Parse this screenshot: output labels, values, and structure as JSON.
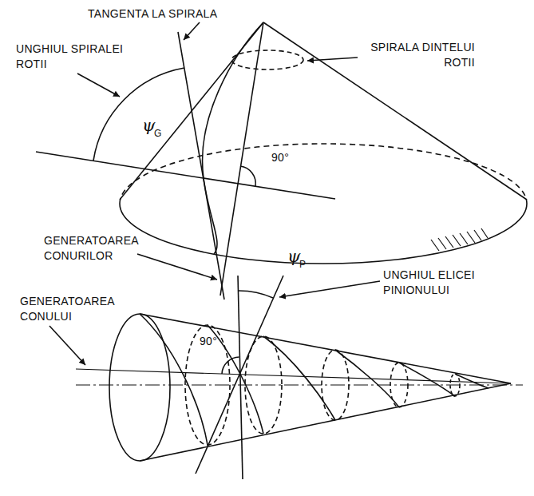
{
  "diagram": {
    "labels": [
      "TANGENTA LA SPIRALA",
      "UNGHIUL SPIRALEI ROTII",
      "SPIRALA DINTELUI ROTII",
      "ψ",
      "G",
      "90°",
      "GENERATOAREA CONURILOR",
      "UNGHIUL ELICEI PINIONULUI",
      "ψ",
      "P",
      "GENERATOAREA CONULUI",
      "90°"
    ]
  }
}
